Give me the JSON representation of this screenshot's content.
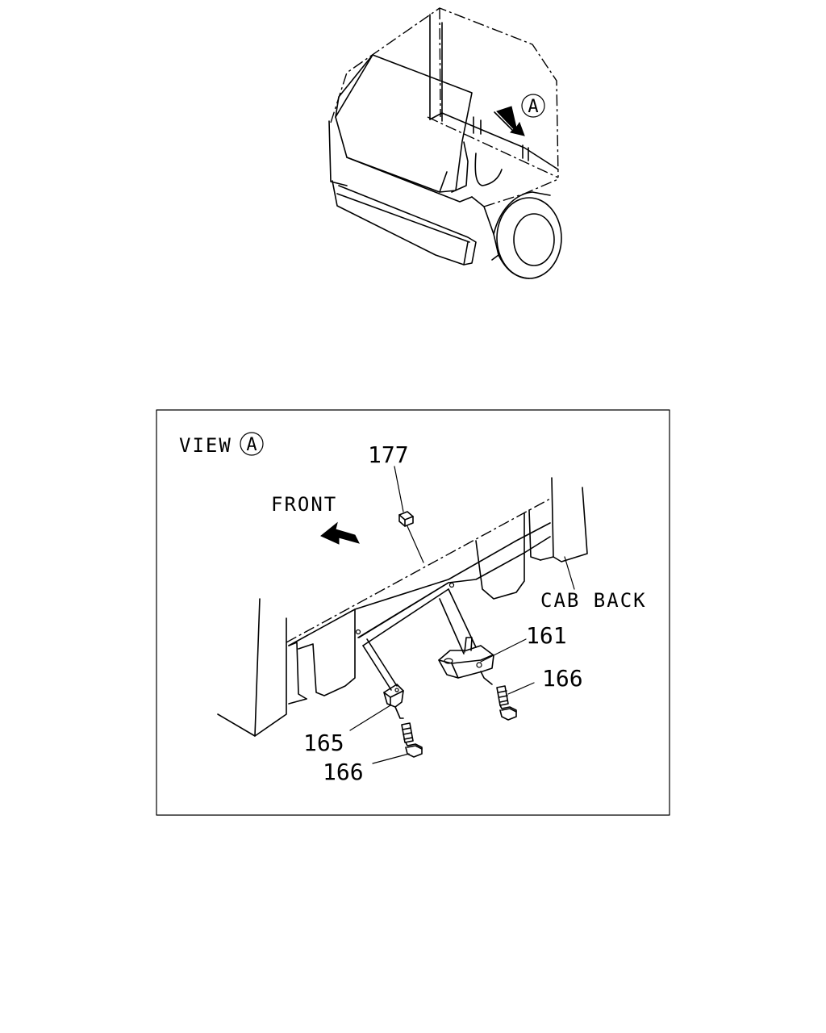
{
  "overview": {
    "view_marker": "A"
  },
  "detail_view": {
    "title_prefix": "VIEW",
    "title_marker": "A",
    "direction_label": "FRONT",
    "reference_label": "CAB BACK",
    "callouts": {
      "part_177": "177",
      "part_161": "161",
      "part_166_right": "166",
      "part_165": "165",
      "part_166_left": "166"
    }
  }
}
